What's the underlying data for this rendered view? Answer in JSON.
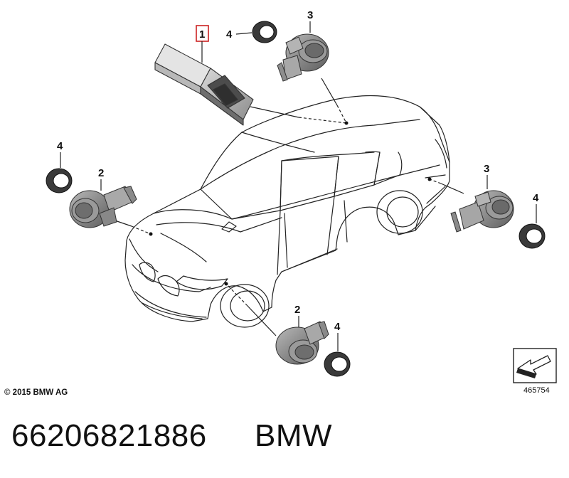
{
  "callouts": {
    "c1": "1",
    "c4_top": "4",
    "c3_top": "3",
    "c4_left": "4",
    "c2_left": "2",
    "c3_right": "3",
    "c4_right": "4",
    "c2_bottom": "2",
    "c4_bottom": "4"
  },
  "copyright": "© 2015 BMW AG",
  "diagram_number": "465754",
  "part_number": "66206821886",
  "brand": "BMW",
  "colors": {
    "highlight_box": "#cc2222",
    "line_art": "#222222",
    "sensor_body": "#7a7a7a"
  }
}
